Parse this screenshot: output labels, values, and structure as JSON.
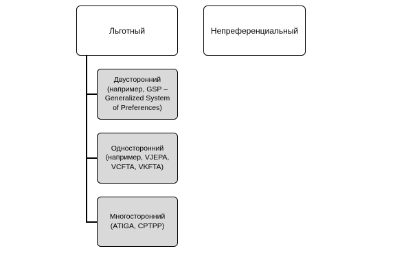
{
  "diagram": {
    "top_nodes": [
      {
        "label": "Льготный"
      },
      {
        "label": "Непреференциальный"
      }
    ],
    "children": [
      {
        "label": "Двусторонний (например, GSP – Generalized System of Preferences)"
      },
      {
        "label": "Односторонний (например, VJEPA, VCFTA, VKFTA)"
      },
      {
        "label": "Многосторонний (ATIGA, CPTPP)"
      }
    ],
    "colors": {
      "border": "#000000",
      "top_fill": "#ffffff",
      "child_fill": "#d9d9d9"
    }
  }
}
